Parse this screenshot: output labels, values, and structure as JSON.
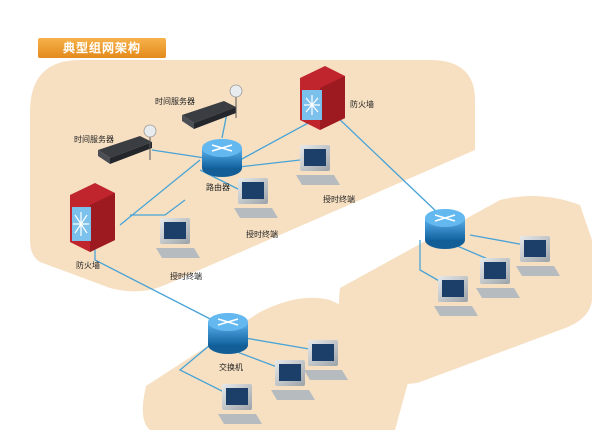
{
  "title": "典型组网架构",
  "labels": {
    "time_server_1": "时间服务器",
    "time_server_2": "时间服务器",
    "firewall_top": "防火墙",
    "firewall_left": "防火墙",
    "router": "路由器",
    "switch": "交换机",
    "client_1": "授时终端",
    "client_2": "授时终端",
    "client_3": "授时终端"
  },
  "colors": {
    "zone": "#f8e3c8",
    "device_blue": "#1f78c8",
    "firewall_red": "#c8232c",
    "link": "#4aa6d6",
    "title_bg": "#ef9b2a"
  }
}
